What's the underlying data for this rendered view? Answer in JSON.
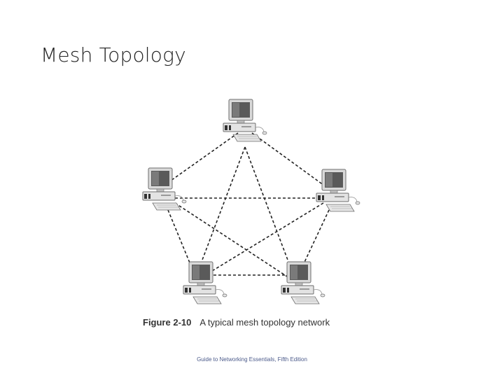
{
  "slide": {
    "title": "Mesh Topology"
  },
  "figure": {
    "number": "Figure 2-10",
    "caption": "A typical mesh topology network"
  },
  "footer": {
    "text": "Guide to Networking Essentials, Fifth Edition"
  },
  "nodes": [
    {
      "id": "top",
      "icon": "workstation-icon"
    },
    {
      "id": "left",
      "icon": "workstation-icon"
    },
    {
      "id": "right",
      "icon": "workstation-icon"
    },
    {
      "id": "bottom-left",
      "icon": "workstation-icon"
    },
    {
      "id": "bottom-right",
      "icon": "workstation-icon"
    }
  ],
  "links": [
    [
      "top",
      "left"
    ],
    [
      "top",
      "right"
    ],
    [
      "top",
      "bottom-left"
    ],
    [
      "top",
      "bottom-right"
    ],
    [
      "left",
      "right"
    ],
    [
      "left",
      "bottom-left"
    ],
    [
      "left",
      "bottom-right"
    ],
    [
      "right",
      "bottom-left"
    ],
    [
      "right",
      "bottom-right"
    ],
    [
      "bottom-left",
      "bottom-right"
    ]
  ],
  "colors": {
    "link": "#222222",
    "monitor_frame": "#d4d4d4",
    "screen": "#5a5a5a",
    "caption_text": "#333333",
    "footer_text": "#4b5a8a"
  }
}
